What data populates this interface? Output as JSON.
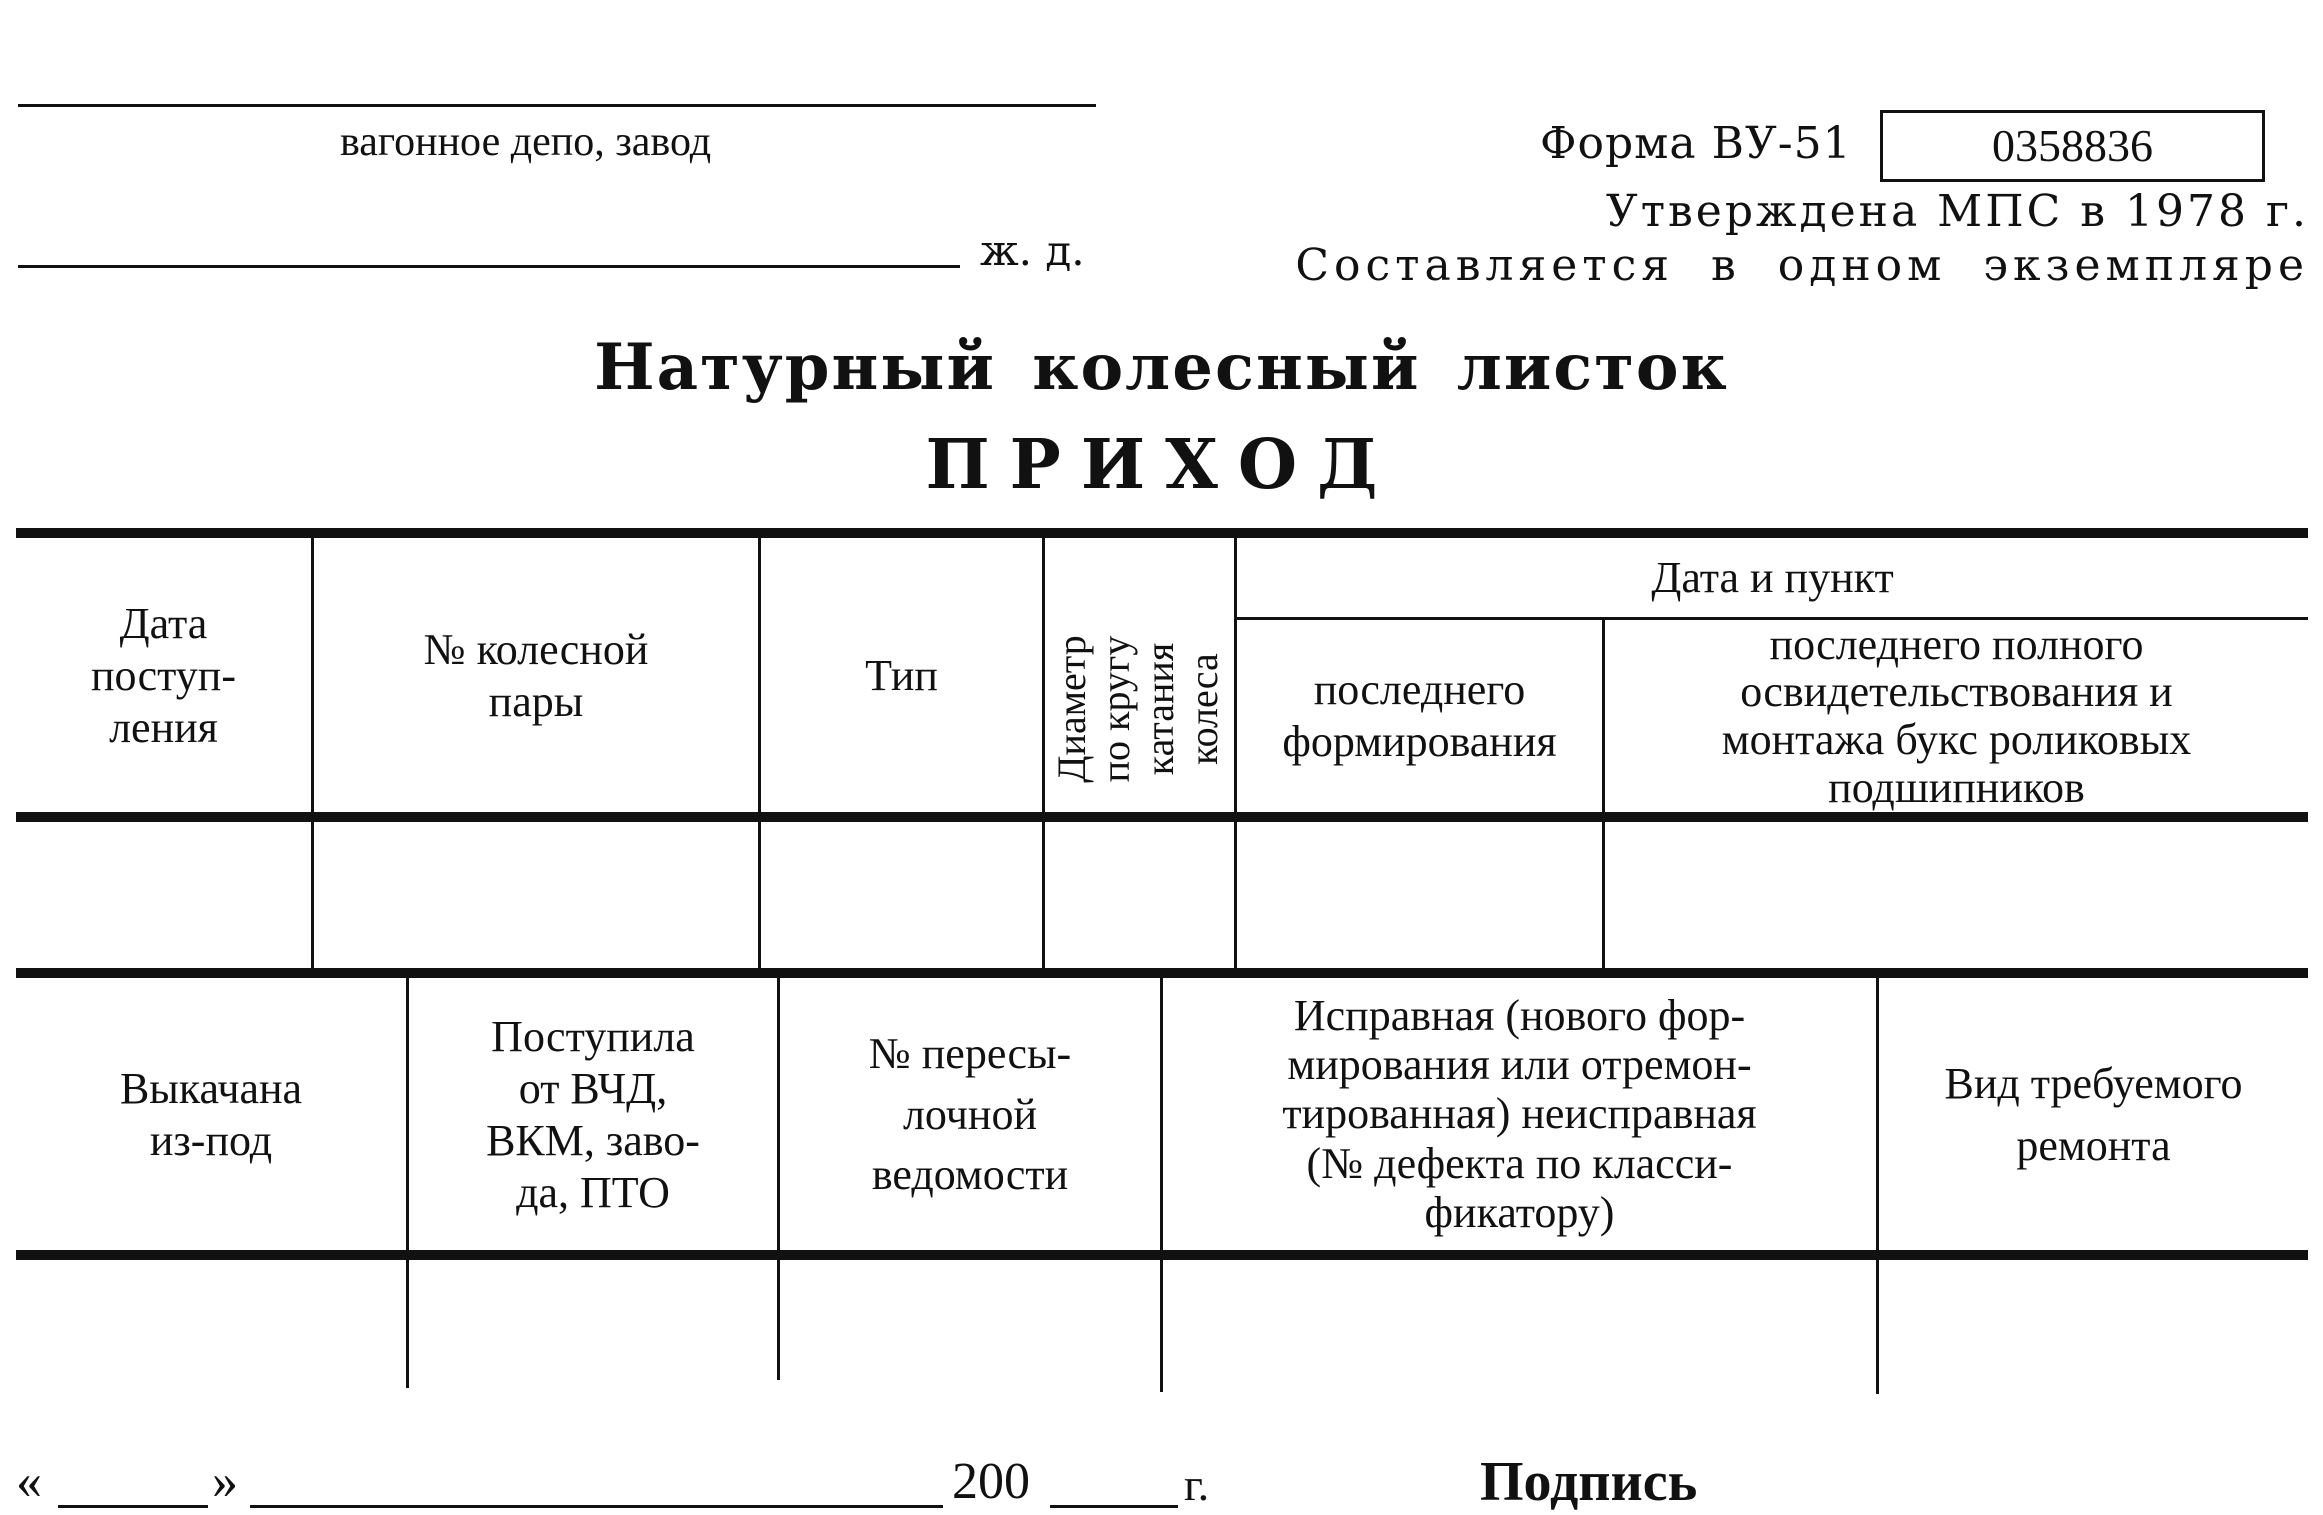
{
  "header": {
    "depo_caption": "вагонное депо, завод",
    "railway_suffix": "ж. д.",
    "form_label": "Форма ВУ-51",
    "form_number": "0358836",
    "approved": "Утверждена МПС в 1978 г.",
    "copies": "Составляется в одном экземпляре"
  },
  "title": "Натурный колесный листок",
  "subtitle": "ПРИХОД",
  "table1": {
    "col_date": "Дата\nпоступ-\nления",
    "col_pair": "№ колесной\nпары",
    "col_type": "Тип",
    "col_diameter": "Диаметр\nпо кругу\nкатания\nколеса",
    "group_header": "Дата и пункт",
    "col_last_forming": "последнего\nформирования",
    "col_last_full": "последнего полного\nосвидетельствования и\nмонтажа букс роликовых\nподшипников"
  },
  "table2": {
    "col_rolled": "Выкачана\nиз-под",
    "col_received": "Поступила\nот ВЧД,\nВКМ, заво-\nда, ПТО",
    "col_shipping": "№ пересы-\nлочной\nведомости",
    "col_condition": "Исправная (нового фор-\nмирования или отремон-\nтированная) неисправная\n(№ дефекта по класси-\nфикатору)",
    "col_repair": "Вид требуемого\nремонта"
  },
  "footer": {
    "quote_open": "«",
    "quote_close": "»",
    "year_prefix": "200",
    "year_suffix": "г.",
    "signature": "Подпись"
  }
}
